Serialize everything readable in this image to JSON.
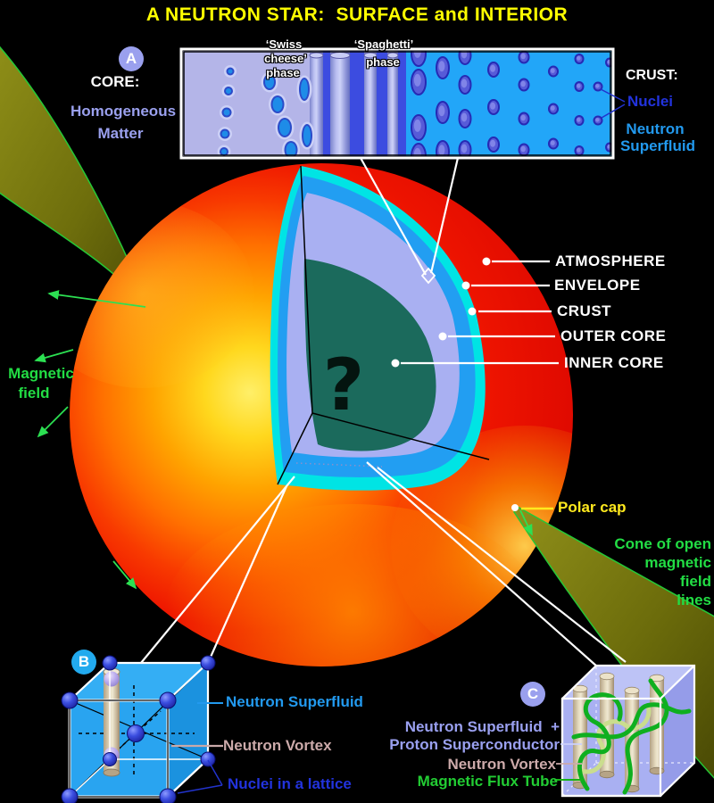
{
  "title": "A NEUTRON STAR:  SURFACE and INTERIOR",
  "inset_a": {
    "letter": "A",
    "core_heading": "CORE:",
    "core_line1": "Homogeneous",
    "core_line2": "Matter",
    "swiss_phase": [
      "‘Swiss",
      "cheese’",
      "phase"
    ],
    "spaghetti_phase": [
      "‘Spaghetti’",
      "phase"
    ],
    "crust_heading": "CRUST:",
    "nuclei_label": "Nuclei",
    "superfluid_line1": "Neutron",
    "superfluid_line2": "Superfluid"
  },
  "star": {
    "labels": [
      "ATMOSPHERE",
      "ENVELOPE",
      "CRUST",
      "OUTER CORE",
      "INNER CORE"
    ],
    "inner_core_symbol": "?",
    "magnetic_field": [
      "Magnetic",
      "field"
    ],
    "polar_cap": "Polar cap",
    "cone_label": [
      "Cone of open",
      "magnetic",
      "field",
      "lines"
    ]
  },
  "inset_b": {
    "letter": "B",
    "superfluid_label": "Neutron Superfluid",
    "vortex_label": "Neutron Vortex",
    "lattice_label": "Nuclei in a lattice"
  },
  "inset_c": {
    "letter": "C",
    "line1": "Neutron Superfluid  +",
    "line2": "Proton Superconductor",
    "line3": "Neutron Vortex",
    "line4": "Magnetic Flux Tube"
  },
  "colors": {
    "title_yellow": "#ffff00",
    "green_text": "#22dd44",
    "yellow_label": "#ffe91e",
    "periwinkle_text": "#9aa0ee",
    "cyan_text": "#2299ee",
    "blue_text": "#2233dd",
    "tan_text": "#ccaaaa",
    "star_red": "#ee1500",
    "star_yellow": "#ffd418",
    "envelope_cyan": "#00e4e4",
    "crust_blue": "#229ef2",
    "outer_core_periwinkle": "#a9b0f2",
    "inner_core_teal": "#1b6a5c",
    "cone_olive": "#82820f"
  }
}
